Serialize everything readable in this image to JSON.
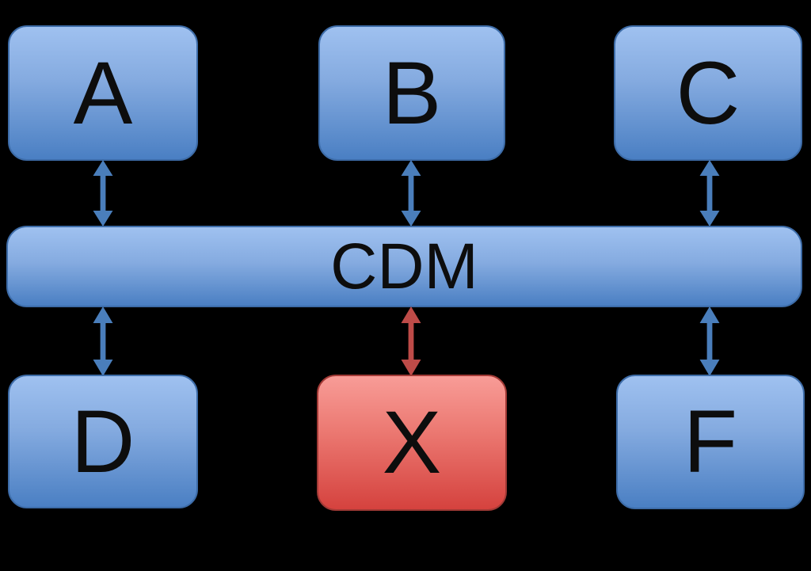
{
  "diagram": {
    "bus": {
      "id": "CDM",
      "label": "CDM"
    },
    "top_nodes": [
      {
        "id": "A",
        "label": "A"
      },
      {
        "id": "B",
        "label": "B"
      },
      {
        "id": "C",
        "label": "C"
      }
    ],
    "bottom_nodes": [
      {
        "id": "D",
        "label": "D"
      },
      {
        "id": "X",
        "label": "X",
        "highlighted": true
      },
      {
        "id": "F",
        "label": "F"
      }
    ],
    "connections": [
      {
        "from": "A",
        "to": "CDM",
        "bidirectional": true,
        "color": "blue"
      },
      {
        "from": "B",
        "to": "CDM",
        "bidirectional": true,
        "color": "blue"
      },
      {
        "from": "C",
        "to": "CDM",
        "bidirectional": true,
        "color": "blue"
      },
      {
        "from": "D",
        "to": "CDM",
        "bidirectional": true,
        "color": "blue"
      },
      {
        "from": "X",
        "to": "CDM",
        "bidirectional": true,
        "color": "red"
      },
      {
        "from": "F",
        "to": "CDM",
        "bidirectional": true,
        "color": "blue"
      }
    ],
    "colors": {
      "background": "#000000",
      "node_fill_top": "#9FC1F0",
      "node_fill_bottom": "#4A7FC3",
      "node_border": "#3D6CA8",
      "highlight_fill_top": "#F89C97",
      "highlight_fill_bottom": "#D5423E",
      "highlight_border": "#A23A36",
      "arrow_blue": "#4A7EBB",
      "arrow_red": "#BE4B48",
      "label": "#0D0D0D"
    }
  }
}
